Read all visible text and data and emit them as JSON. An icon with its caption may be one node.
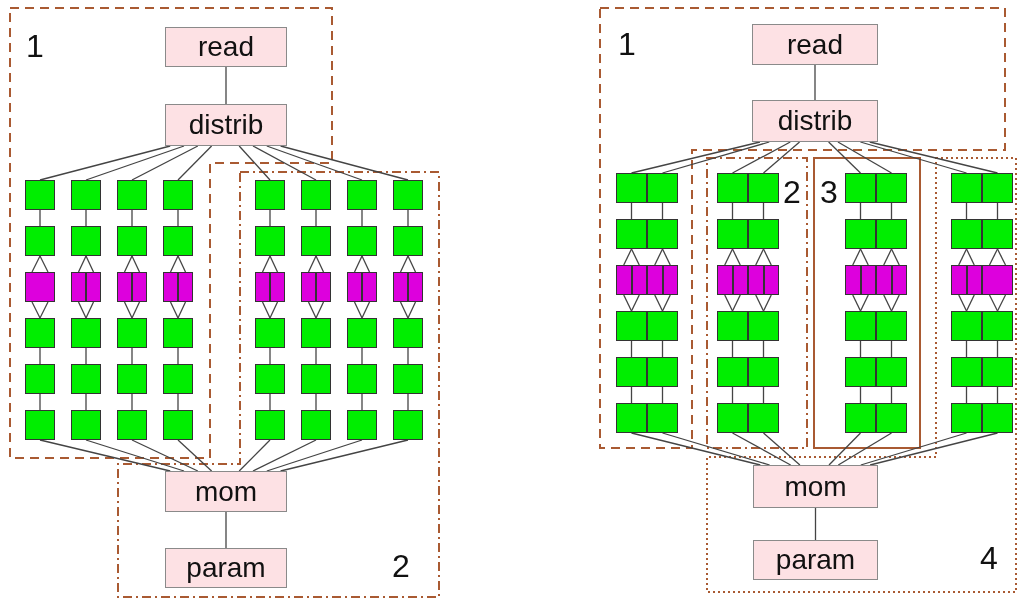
{
  "diagram": {
    "nodes": [
      {
        "text": [
          "read"
        ]
      },
      {
        "text": [
          "distrib"
        ]
      },
      {
        "text": [],
        "shape": "box"
      },
      {
        "text": [],
        "shape": "box"
      },
      {
        "text": [],
        "shape": "box"
      },
      {
        "text": [],
        "shape": "box"
      },
      {
        "text": [],
        "shape": "box"
      },
      {
        "text": [],
        "shape": "box"
      },
      {
        "text": [],
        "shape": "box"
      },
      {
        "text": [],
        "shape": "box"
      },
      {
        "text": [],
        "shape": "box"
      },
      {
        "text": [],
        "shape": "box"
      },
      {
        "text": [],
        "shape": "box"
      },
      {
        "text": [],
        "shape": "box"
      },
      {
        "text": [],
        "shape": "box"
      },
      {
        "text": [],
        "shape": "box"
      },
      {
        "text": [],
        "shape": "box"
      },
      {
        "text": [],
        "shape": "box"
      },
      {
        "text": [],
        "shape": "box"
      },
      {
        "text": [],
        "shape": "box"
      },
      {
        "text": [],
        "shape": "box"
      },
      {
        "text": [],
        "shape": "box"
      },
      {
        "text": [],
        "shape": "box"
      },
      {
        "text": [],
        "shape": "box"
      },
      {
        "text": [],
        "shape": "box"
      },
      {
        "text": [],
        "shape": "box"
      },
      {
        "text": [],
        "shape": "box"
      },
      {
        "text": [],
        "shape": "box"
      },
      {
        "text": [],
        "shape": "box"
      },
      {
        "text": [],
        "shape": "box"
      },
      {
        "text": [],
        "shape": "box"
      },
      {
        "text": [],
        "shape": "box"
      },
      {
        "text": [],
        "shape": "box"
      },
      {
        "text": [],
        "shape": "box"
      },
      {
        "text": [],
        "shape": "box"
      },
      {
        "text": [],
        "shape": "box"
      },
      {
        "text": [],
        "shape": "box"
      },
      {
        "text": [],
        "shape": "box"
      },
      {
        "text": [],
        "shape": "box"
      },
      {
        "text": [],
        "shape": "box"
      },
      {
        "text": [],
        "shape": "box"
      },
      {
        "text": [],
        "shape": "box"
      },
      {
        "text": [],
        "shape": "box"
      },
      {
        "text": [],
        "shape": "box"
      },
      {
        "text": [],
        "shape": "box"
      },
      {
        "text": [],
        "shape": "box"
      },
      {
        "text": [],
        "shape": "box"
      },
      {
        "text": [],
        "shape": "box"
      },
      {
        "text": [],
        "shape": "box"
      },
      {
        "text": [],
        "shape": "box"
      },
      {
        "text": [],
        "shape": "box"
      },
      {
        "text": [],
        "shape": "box"
      },
      {
        "text": [],
        "shape": "box"
      },
      {
        "text": [],
        "shape": "box"
      },
      {
        "text": [],
        "shape": "box"
      },
      {
        "text": [],
        "shape": "box"
      },
      {
        "text": [],
        "shape": "box"
      },
      {
        "text": [
          "mom"
        ]
      },
      {
        "text": [
          "param"
        ]
      },
      {
        "text": [
          "read"
        ]
      },
      {
        "text": [
          "distrib"
        ]
      },
      {
        "text": [],
        "shape": "box"
      },
      {
        "text": [],
        "shape": "box"
      },
      {
        "text": [],
        "shape": "box"
      },
      {
        "text": [],
        "shape": "box"
      },
      {
        "text": [],
        "shape": "box"
      },
      {
        "text": [],
        "shape": "box"
      },
      {
        "text": [],
        "shape": "box"
      },
      {
        "text": [],
        "shape": "box"
      },
      {
        "text": [],
        "shape": "box"
      },
      {
        "text": [],
        "shape": "box"
      },
      {
        "text": [],
        "shape": "box"
      },
      {
        "text": [],
        "shape": "box"
      },
      {
        "text": [],
        "shape": "box"
      },
      {
        "text": [],
        "shape": "box"
      },
      {
        "text": [],
        "shape": "box"
      },
      {
        "text": [],
        "shape": "box"
      },
      {
        "text": [],
        "shape": "box"
      },
      {
        "text": [],
        "shape": "box"
      },
      {
        "text": [],
        "shape": "box"
      },
      {
        "text": [],
        "shape": "box"
      },
      {
        "text": [],
        "shape": "box"
      },
      {
        "text": [],
        "shape": "box"
      },
      {
        "text": [],
        "shape": "box"
      },
      {
        "text": [],
        "shape": "box"
      },
      {
        "text": [],
        "shape": "box"
      },
      {
        "text": [],
        "shape": "box"
      },
      {
        "text": [],
        "shape": "box"
      },
      {
        "text": [],
        "shape": "box"
      },
      {
        "text": [],
        "shape": "box"
      },
      {
        "text": [],
        "shape": "box"
      },
      {
        "text": [],
        "shape": "box"
      },
      {
        "text": [],
        "shape": "box"
      },
      {
        "text": [],
        "shape": "box"
      },
      {
        "text": [],
        "shape": "box"
      },
      {
        "text": [],
        "shape": "box"
      },
      {
        "text": [],
        "shape": "box"
      },
      {
        "text": [],
        "shape": "box"
      },
      {
        "text": [],
        "shape": "box"
      },
      {
        "text": [],
        "shape": "box"
      },
      {
        "text": [],
        "shape": "box"
      },
      {
        "text": [],
        "shape": "box"
      },
      {
        "text": [],
        "shape": "box"
      },
      {
        "text": [],
        "shape": "box"
      },
      {
        "text": [],
        "shape": "box"
      },
      {
        "text": [],
        "shape": "box"
      },
      {
        "text": [],
        "shape": "box"
      },
      {
        "text": [],
        "shape": "box"
      },
      {
        "text": [],
        "shape": "box"
      },
      {
        "text": [],
        "shape": "box"
      },
      {
        "text": [],
        "shape": "box"
      },
      {
        "text": [],
        "shape": "box"
      },
      {
        "text": [],
        "shape": "box"
      },
      {
        "text": [],
        "shape": "box"
      },
      {
        "text": [],
        "shape": "box"
      },
      {
        "text": [],
        "shape": "box"
      },
      {
        "text": [
          "mom"
        ]
      },
      {
        "text": [
          "param"
        ]
      }
    ],
    "edges": [
      {
        "from": 0,
        "to": 1,
        "arrow": "none"
      },
      {
        "from": 1,
        "to": 2,
        "arrow": "none"
      },
      {
        "from": 1,
        "to": 3,
        "arrow": "none"
      },
      {
        "from": 1,
        "to": 4,
        "arrow": "none"
      },
      {
        "from": 1,
        "to": 5,
        "arrow": "none"
      },
      {
        "from": 1,
        "to": 6,
        "arrow": "none"
      },
      {
        "from": 1,
        "to": 7,
        "arrow": "none"
      },
      {
        "from": 1,
        "to": 8,
        "arrow": "none"
      },
      {
        "from": 1,
        "to": 9,
        "arrow": "none"
      },
      {
        "from": 2,
        "to": 10,
        "arrow": "none"
      },
      {
        "from": 3,
        "to": 11,
        "arrow": "none"
      },
      {
        "from": 4,
        "to": 12,
        "arrow": "none"
      },
      {
        "from": 5,
        "to": 13,
        "arrow": "none"
      },
      {
        "from": 6,
        "to": 14,
        "arrow": "none"
      },
      {
        "from": 7,
        "to": 15,
        "arrow": "none"
      },
      {
        "from": 8,
        "to": 16,
        "arrow": "none"
      },
      {
        "from": 9,
        "to": 17,
        "arrow": "none"
      },
      {
        "from": 10,
        "to": 18,
        "arrow": "none"
      },
      {
        "from": 10,
        "to": 18,
        "arrow": "none"
      },
      {
        "from": 11,
        "to": 19,
        "arrow": "none"
      },
      {
        "from": 11,
        "to": 20,
        "arrow": "none"
      },
      {
        "from": 12,
        "to": 21,
        "arrow": "none"
      },
      {
        "from": 12,
        "to": 22,
        "arrow": "none"
      },
      {
        "from": 13,
        "to": 23,
        "arrow": "none"
      },
      {
        "from": 13,
        "to": 24,
        "arrow": "none"
      },
      {
        "from": 14,
        "to": 25,
        "arrow": "none"
      },
      {
        "from": 14,
        "to": 26,
        "arrow": "none"
      },
      {
        "from": 15,
        "to": 27,
        "arrow": "none"
      },
      {
        "from": 15,
        "to": 28,
        "arrow": "none"
      },
      {
        "from": 16,
        "to": 29,
        "arrow": "none"
      },
      {
        "from": 16,
        "to": 30,
        "arrow": "none"
      },
      {
        "from": 17,
        "to": 31,
        "arrow": "none"
      },
      {
        "from": 17,
        "to": 32,
        "arrow": "none"
      },
      {
        "from": 18,
        "to": 33,
        "arrow": "none"
      },
      {
        "from": 18,
        "to": 33,
        "arrow": "none"
      },
      {
        "from": 19,
        "to": 34,
        "arrow": "none"
      },
      {
        "from": 20,
        "to": 34,
        "arrow": "none"
      },
      {
        "from": 21,
        "to": 35,
        "arrow": "none"
      },
      {
        "from": 22,
        "to": 35,
        "arrow": "none"
      },
      {
        "from": 23,
        "to": 36,
        "arrow": "none"
      },
      {
        "from": 24,
        "to": 36,
        "arrow": "none"
      },
      {
        "from": 25,
        "to": 37,
        "arrow": "none"
      },
      {
        "from": 26,
        "to": 37,
        "arrow": "none"
      },
      {
        "from": 27,
        "to": 38,
        "arrow": "none"
      },
      {
        "from": 28,
        "to": 38,
        "arrow": "none"
      },
      {
        "from": 29,
        "to": 39,
        "arrow": "none"
      },
      {
        "from": 30,
        "to": 39,
        "arrow": "none"
      },
      {
        "from": 31,
        "to": 40,
        "arrow": "none"
      },
      {
        "from": 32,
        "to": 40,
        "arrow": "none"
      },
      {
        "from": 33,
        "to": 41,
        "arrow": "none"
      },
      {
        "from": 34,
        "to": 42,
        "arrow": "none"
      },
      {
        "from": 35,
        "to": 43,
        "arrow": "none"
      },
      {
        "from": 36,
        "to": 44,
        "arrow": "none"
      },
      {
        "from": 37,
        "to": 45,
        "arrow": "none"
      },
      {
        "from": 38,
        "to": 46,
        "arrow": "none"
      },
      {
        "from": 39,
        "to": 47,
        "arrow": "none"
      },
      {
        "from": 40,
        "to": 48,
        "arrow": "none"
      },
      {
        "from": 41,
        "to": 49,
        "arrow": "none"
      },
      {
        "from": 42,
        "to": 50,
        "arrow": "none"
      },
      {
        "from": 43,
        "to": 51,
        "arrow": "none"
      },
      {
        "from": 44,
        "to": 52,
        "arrow": "none"
      },
      {
        "from": 45,
        "to": 53,
        "arrow": "none"
      },
      {
        "from": 46,
        "to": 54,
        "arrow": "none"
      },
      {
        "from": 47,
        "to": 55,
        "arrow": "none"
      },
      {
        "from": 48,
        "to": 56,
        "arrow": "none"
      },
      {
        "from": 49,
        "to": 57,
        "arrow": "none"
      },
      {
        "from": 50,
        "to": 57,
        "arrow": "none"
      },
      {
        "from": 51,
        "to": 57,
        "arrow": "none"
      },
      {
        "from": 52,
        "to": 57,
        "arrow": "none"
      },
      {
        "from": 53,
        "to": 57,
        "arrow": "none"
      },
      {
        "from": 54,
        "to": 57,
        "arrow": "none"
      },
      {
        "from": 55,
        "to": 57,
        "arrow": "none"
      },
      {
        "from": 56,
        "to": 57,
        "arrow": "none"
      },
      {
        "from": 57,
        "to": 58,
        "arrow": "none"
      },
      {
        "from": 59,
        "to": 60,
        "arrow": "none"
      },
      {
        "from": 60,
        "to": 61,
        "arrow": "none"
      },
      {
        "from": 60,
        "to": 62,
        "arrow": "none"
      },
      {
        "from": 60,
        "to": 63,
        "arrow": "none"
      },
      {
        "from": 60,
        "to": 64,
        "arrow": "none"
      },
      {
        "from": 60,
        "to": 65,
        "arrow": "none"
      },
      {
        "from": 60,
        "to": 66,
        "arrow": "none"
      },
      {
        "from": 60,
        "to": 67,
        "arrow": "none"
      },
      {
        "from": 60,
        "to": 68,
        "arrow": "none"
      },
      {
        "from": 61,
        "to": 69,
        "arrow": "none"
      },
      {
        "from": 62,
        "to": 70,
        "arrow": "none"
      },
      {
        "from": 63,
        "to": 71,
        "arrow": "none"
      },
      {
        "from": 64,
        "to": 72,
        "arrow": "none"
      },
      {
        "from": 65,
        "to": 73,
        "arrow": "none"
      },
      {
        "from": 66,
        "to": 74,
        "arrow": "none"
      },
      {
        "from": 67,
        "to": 75,
        "arrow": "none"
      },
      {
        "from": 68,
        "to": 76,
        "arrow": "none"
      },
      {
        "from": 69,
        "to": 77,
        "arrow": "none"
      },
      {
        "from": 69,
        "to": 78,
        "arrow": "none"
      },
      {
        "from": 70,
        "to": 79,
        "arrow": "none"
      },
      {
        "from": 70,
        "to": 80,
        "arrow": "none"
      },
      {
        "from": 71,
        "to": 81,
        "arrow": "none"
      },
      {
        "from": 71,
        "to": 82,
        "arrow": "none"
      },
      {
        "from": 72,
        "to": 83,
        "arrow": "none"
      },
      {
        "from": 72,
        "to": 84,
        "arrow": "none"
      },
      {
        "from": 73,
        "to": 85,
        "arrow": "none"
      },
      {
        "from": 73,
        "to": 86,
        "arrow": "none"
      },
      {
        "from": 74,
        "to": 87,
        "arrow": "none"
      },
      {
        "from": 74,
        "to": 88,
        "arrow": "none"
      },
      {
        "from": 75,
        "to": 89,
        "arrow": "none"
      },
      {
        "from": 75,
        "to": 90,
        "arrow": "none"
      },
      {
        "from": 76,
        "to": 91,
        "arrow": "none"
      },
      {
        "from": 76,
        "to": 91,
        "arrow": "none"
      },
      {
        "from": 77,
        "to": 92,
        "arrow": "none"
      },
      {
        "from": 78,
        "to": 92,
        "arrow": "none"
      },
      {
        "from": 79,
        "to": 93,
        "arrow": "none"
      },
      {
        "from": 80,
        "to": 93,
        "arrow": "none"
      },
      {
        "from": 81,
        "to": 94,
        "arrow": "none"
      },
      {
        "from": 82,
        "to": 94,
        "arrow": "none"
      },
      {
        "from": 83,
        "to": 95,
        "arrow": "none"
      },
      {
        "from": 84,
        "to": 95,
        "arrow": "none"
      },
      {
        "from": 85,
        "to": 96,
        "arrow": "none"
      },
      {
        "from": 86,
        "to": 96,
        "arrow": "none"
      },
      {
        "from": 87,
        "to": 97,
        "arrow": "none"
      },
      {
        "from": 88,
        "to": 97,
        "arrow": "none"
      },
      {
        "from": 89,
        "to": 98,
        "arrow": "none"
      },
      {
        "from": 90,
        "to": 98,
        "arrow": "none"
      },
      {
        "from": 91,
        "to": 99,
        "arrow": "none"
      },
      {
        "from": 91,
        "to": 99,
        "arrow": "none"
      },
      {
        "from": 92,
        "to": 100,
        "arrow": "none"
      },
      {
        "from": 93,
        "to": 101,
        "arrow": "none"
      },
      {
        "from": 94,
        "to": 102,
        "arrow": "none"
      },
      {
        "from": 95,
        "to": 103,
        "arrow": "none"
      },
      {
        "from": 96,
        "to": 104,
        "arrow": "none"
      },
      {
        "from": 97,
        "to": 105,
        "arrow": "none"
      },
      {
        "from": 98,
        "to": 106,
        "arrow": "none"
      },
      {
        "from": 99,
        "to": 107,
        "arrow": "none"
      },
      {
        "from": 100,
        "to": 108,
        "arrow": "none"
      },
      {
        "from": 101,
        "to": 109,
        "arrow": "none"
      },
      {
        "from": 102,
        "to": 110,
        "arrow": "none"
      },
      {
        "from": 103,
        "to": 111,
        "arrow": "none"
      },
      {
        "from": 104,
        "to": 112,
        "arrow": "none"
      },
      {
        "from": 105,
        "to": 113,
        "arrow": "none"
      },
      {
        "from": 106,
        "to": 114,
        "arrow": "none"
      },
      {
        "from": 107,
        "to": 115,
        "arrow": "none"
      },
      {
        "from": 108,
        "to": 116,
        "arrow": "none"
      },
      {
        "from": 109,
        "to": 116,
        "arrow": "none"
      },
      {
        "from": 110,
        "to": 116,
        "arrow": "none"
      },
      {
        "from": 111,
        "to": 116,
        "arrow": "none"
      },
      {
        "from": 112,
        "to": 116,
        "arrow": "none"
      },
      {
        "from": 113,
        "to": 116,
        "arrow": "none"
      },
      {
        "from": 114,
        "to": 116,
        "arrow": "none"
      },
      {
        "from": 115,
        "to": 116,
        "arrow": "none"
      },
      {
        "from": 116,
        "to": 117,
        "arrow": "none"
      }
    ],
    "labels": [
      "1",
      "2",
      "1",
      "2",
      "3",
      "4"
    ]
  }
}
